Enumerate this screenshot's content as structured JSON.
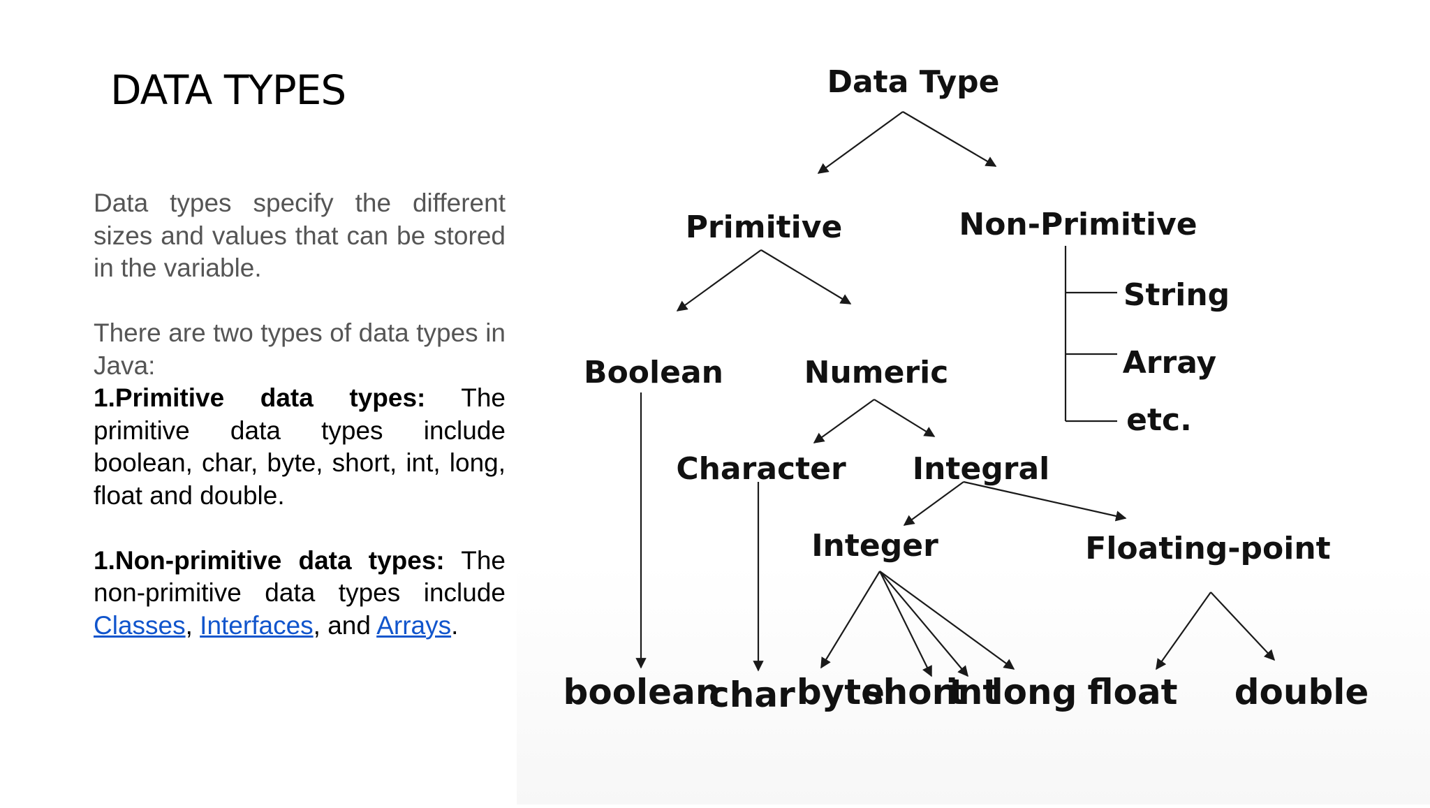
{
  "slide": {
    "title": "DATA TYPES",
    "paragraph1": "Data types specify the different sizes and values that can be stored in the variable.",
    "paragraph2": "There are two types of data types in Java:",
    "primitive": {
      "label": "1.Primitive data types:",
      "text": " The primitive data types include boolean, char, byte, short, int, long, float and double."
    },
    "non_primitive": {
      "label": "1.Non-primitive data types:",
      "text_before": " The non-primitive data types include ",
      "link1": "Classes",
      "sep1": ", ",
      "link2": "Interfaces",
      "sep2": ", and ",
      "link3": "Arrays",
      "end": "."
    }
  },
  "diagram": {
    "root": "Data Type",
    "primitive": "Primitive",
    "non_primitive": "Non-Primitive",
    "string": "String",
    "array": "Array",
    "etc": "etc.",
    "boolean_cat": "Boolean",
    "numeric": "Numeric",
    "character": "Character",
    "integral": "Integral",
    "integer": "Integer",
    "floating_point": "Floating-point",
    "leaf_boolean": "boolean",
    "leaf_char": "char",
    "leaf_byte": "byte",
    "leaf_short": "short",
    "leaf_int": "int",
    "leaf_long": "long",
    "leaf_float": "float",
    "leaf_double": "double"
  }
}
